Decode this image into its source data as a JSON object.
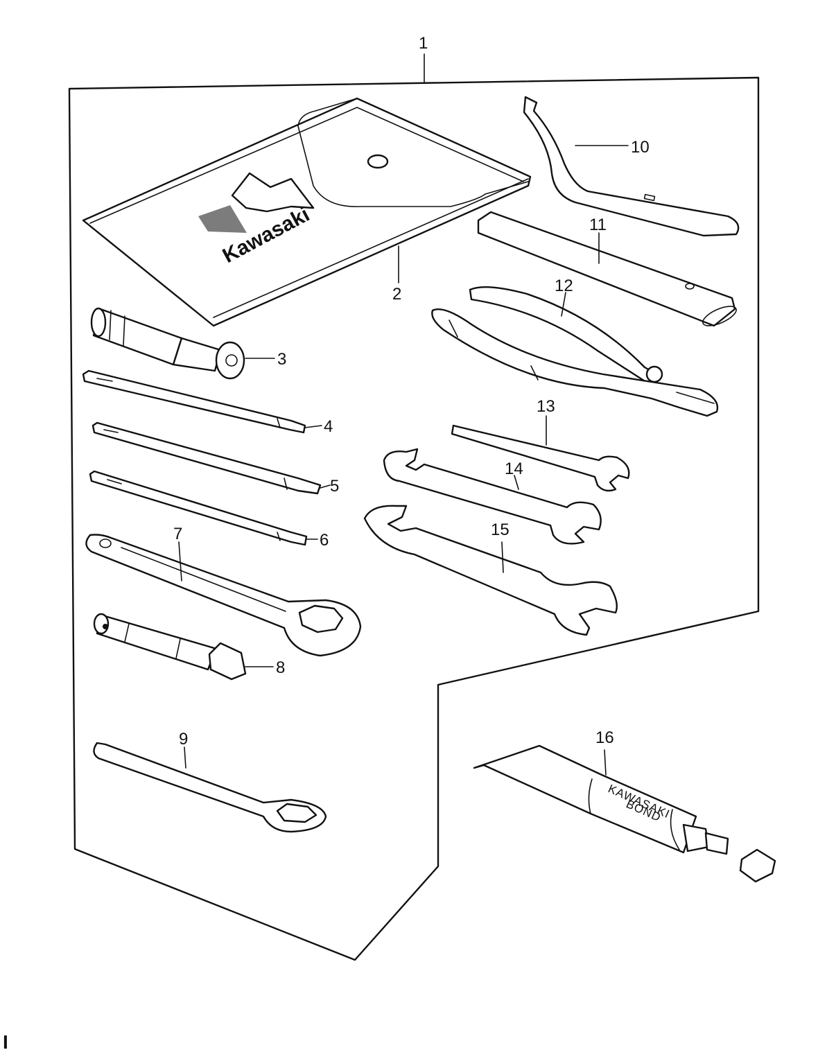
{
  "callouts": {
    "c1": "1",
    "c2": "2",
    "c3": "3",
    "c4": "4",
    "c5": "5",
    "c6": "6",
    "c7": "7",
    "c8": "8",
    "c9": "9",
    "c10": "10",
    "c11": "11",
    "c12": "12",
    "c13": "13",
    "c14": "14",
    "c15": "15",
    "c16": "16"
  },
  "pouch_brand": "Kawasaki",
  "tube_label_line1": "KAWASAKI",
  "tube_label_line2": "BOND",
  "corner_mark": "I"
}
